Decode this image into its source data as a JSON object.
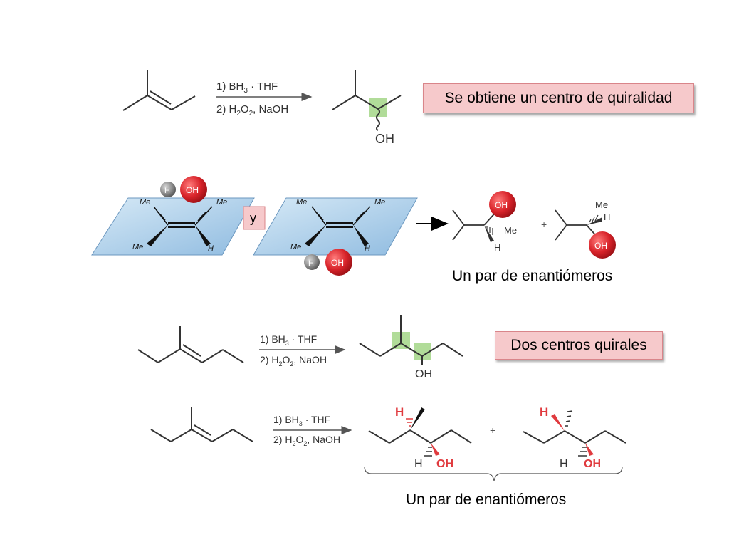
{
  "reagents": {
    "step1_prefix": "1) BH",
    "step1_sub": "3",
    "step1_suffix": " · THF",
    "step2_prefix": "2) H",
    "step2_sub1": "2",
    "step2_mid": "O",
    "step2_sub2": "2",
    "step2_suffix": ", NaOH"
  },
  "groups": {
    "oh": "OH",
    "h": "H",
    "me": "Me"
  },
  "conjunction": "y",
  "plus": "+",
  "callouts": {
    "chiral_center": "Se obtiene un centro de quiralidad",
    "two_centers": "Dos centros quirales"
  },
  "captions": {
    "enantiomers_1": "Un par de enantiómeros",
    "enantiomers_2": "Un par de enantiómeros"
  },
  "colors": {
    "plane_blue": "#a9cde8",
    "oh_red": "#d8232a",
    "h_gray": "#8c8c8c",
    "highlight_green": "#a8d88e",
    "callout_pink": "#f6c9cb",
    "stereo_red": "#e03a3e"
  }
}
